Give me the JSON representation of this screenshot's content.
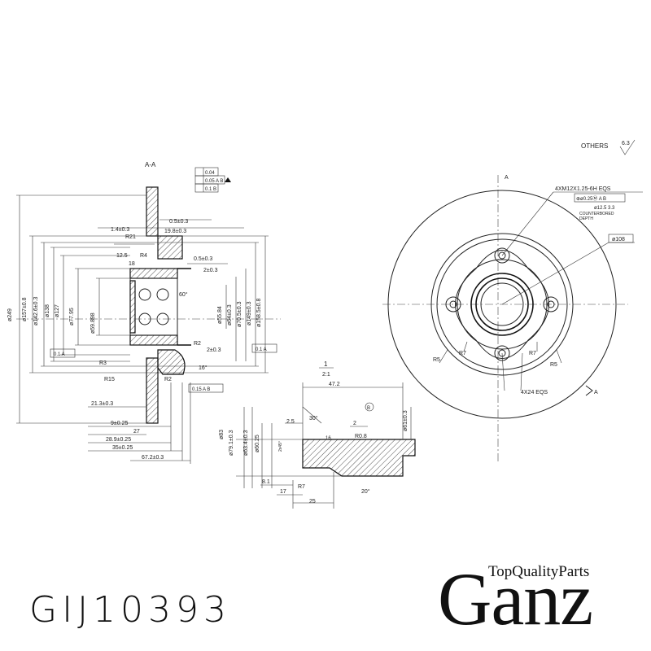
{
  "section_label": "A-A",
  "others_label": "OTHERS",
  "others_roughness": "6.3",
  "scale_label": "1",
  "scale_value": "2:1",
  "ref_a": "A",
  "ref_b": "B",
  "thread_note": "4XM12X1.25-6H EQS",
  "position_tol": "⊕ø0.25Ⓜ A B",
  "counterbore": "ø12.5  3.3",
  "counterbore_note_1": "COUNTERBORED",
  "counterbore_note_2": "DEPTH",
  "pcd": "ø108",
  "r5_left": "R5",
  "r5_right": "R5",
  "r7_left": "R7",
  "r7_right": "R7",
  "stud_angle": "4X24  EQS",
  "tol_flat": "0.04",
  "tol_runout": "0.05 A B",
  "tol_cyl": "0.1 B",
  "dims_left": {
    "d1": "1.4±0.3",
    "d2": "0.5±0.3",
    "d3": "19.8±0.3",
    "d4": "R21",
    "d5": "12.5",
    "d6": "R4",
    "d7": "0.5±0.3",
    "d8": "18",
    "d9": "2±0.3",
    "d10": "60°",
    "d11": "R2",
    "d12": "2±0.3",
    "d13": "R3",
    "d14": "16°",
    "d15": "R15",
    "d16": "R2",
    "d17": "0.15 A B",
    "d18": "21.3±0.3",
    "d19": "9±0.25",
    "d20": "27",
    "d21": "28.9±0.25",
    "d22": "35±0.25",
    "d23": "67.2±0.3",
    "d24": "0.1 A",
    "d25": "0.1 A"
  },
  "diameters_left": {
    "a": "ø249",
    "b": "ø157±0.8",
    "c": "ø142.6±0.3",
    "d": "ø138",
    "e": "ø127",
    "f": "ø77.95",
    "g": "ø59.898",
    "h": "ø55.84",
    "i": "ø64±0.3",
    "j": "ø70.5±0.3",
    "k": "ø149±0.3",
    "l": "ø158.5±0.8"
  },
  "detail": {
    "d1": "47.2",
    "d2": "2.5",
    "d3": "30°",
    "d4": "2",
    "d5": "ø61±0.3",
    "d6": "ø83",
    "d7": "ø79.1±0.3",
    "d8": "ø63.4±0.3",
    "d9": "ø60.25",
    "d10": "2x45°",
    "d11": "16",
    "d12": "R0.8",
    "d13": "8.1",
    "d14": "17",
    "d15": "R7",
    "d16": "20°",
    "d17": "25"
  },
  "part_number": "GIJ10393",
  "brand_tagline": "TopQualityParts",
  "brand_name": "Ganz"
}
